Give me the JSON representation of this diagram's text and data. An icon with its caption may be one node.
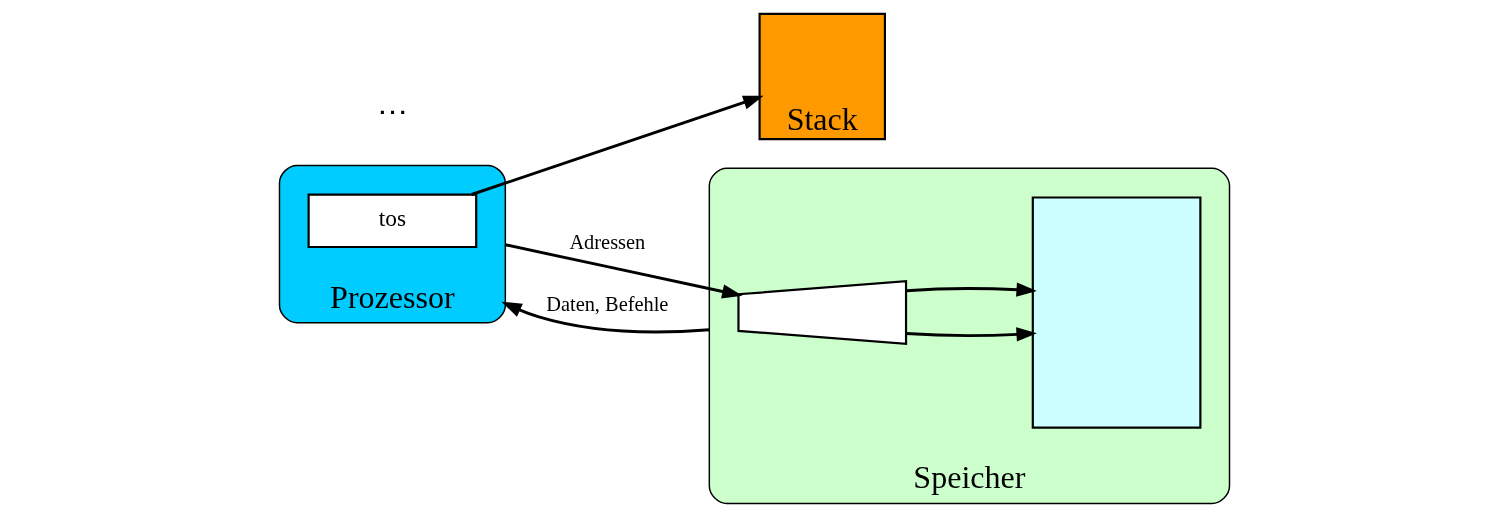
{
  "diagram": {
    "nodes": [
      {
        "text": [
          "Stack"
        ]
      },
      {
        "text": [
          "Prozessor"
        ]
      },
      {
        "text": [
          "tos"
        ],
        "in": 1
      },
      {
        "text": [
          "Speicher"
        ]
      },
      {
        "text": [],
        "shape": "trapezoid",
        "in": 3
      },
      {
        "text": [],
        "shape": "box",
        "in": 3
      }
    ],
    "edges": [
      {
        "from": 2,
        "to": 0,
        "arrow": "to"
      },
      {
        "from": 1,
        "to": 4,
        "label": "Adressen",
        "arrow": "to"
      },
      {
        "from": 3,
        "to": 1,
        "label": "Daten, Befehle",
        "arrow": "to"
      },
      {
        "from": 4,
        "to": 5,
        "arrow": "to"
      },
      {
        "from": 4,
        "to": 5,
        "arrow": "to"
      }
    ],
    "labels": [
      "…"
    ]
  }
}
